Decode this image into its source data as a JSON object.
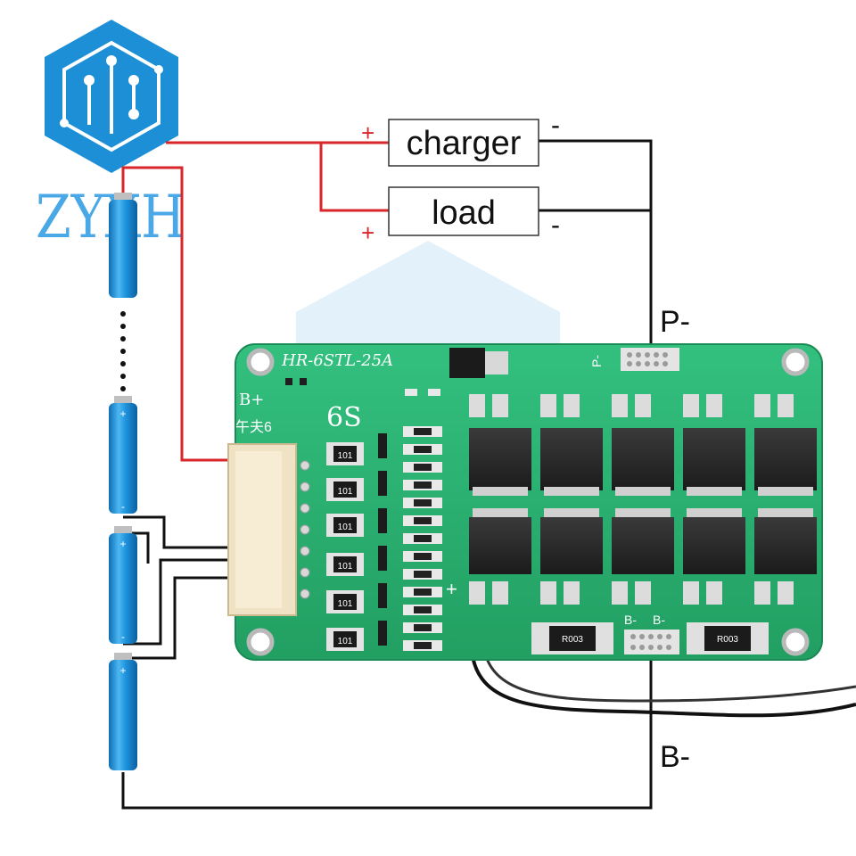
{
  "logo": {
    "brand": "ZYXH",
    "icon": "circuit-hexagon-icon",
    "color": "#1c8fd6"
  },
  "boxes": {
    "charger_label": "charger",
    "load_label": "load"
  },
  "polarity": {
    "plus": "+",
    "minus": "-"
  },
  "terminals": {
    "p_minus": "P-",
    "b_minus": "B-"
  },
  "pcb": {
    "model": "HR-6STL-25A",
    "cells": "6S",
    "b_plus": "B+",
    "connector_mark": "午夫6",
    "p_pad": "P-",
    "b_pads": [
      "B-",
      "B-"
    ],
    "resistor_code": "101",
    "shunt_code": "R003",
    "board_color": "#2bb673"
  },
  "colors": {
    "positive_wire": "#d9262b",
    "negative_wire": "#111111",
    "battery": "#1f8fd8"
  }
}
